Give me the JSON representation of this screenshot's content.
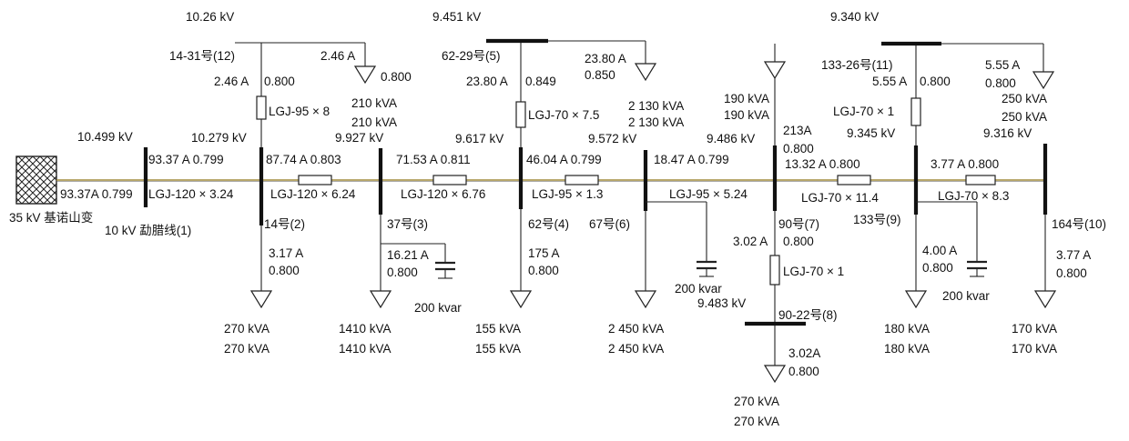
{
  "source": {
    "line1": "35 kV 基诺山变",
    "line2": "10 kV 勐腊线(1)"
  },
  "source_bus_voltage": "10.499 kV",
  "trunk": [
    {
      "current": "93.37A 0.799",
      "name": "LGJ-120 × 3.24"
    },
    {
      "flow": "93.37 A 0.799",
      "name": ""
    }
  ],
  "nodes": {
    "n2": {
      "voltage": "10.279 kV",
      "name": "14号(2)",
      "current": "3.17 A",
      "pf": "0.800",
      "load1": "270 kVA",
      "load2": "270 kVA"
    },
    "n3": {
      "voltage": "9.927 kV",
      "name": "37号(3)",
      "current": "16.21 A",
      "pf": "0.800",
      "load1": "1410 kVA",
      "load2": "1410 kVA",
      "cap": "200 kvar"
    },
    "n4": {
      "voltage": "9.617 kV",
      "name": "62号(4)",
      "current": "175 A",
      "pf": "0.800",
      "load1": "155 kVA",
      "load2": "155 kVA"
    },
    "n6": {
      "voltage": "9.572 kV",
      "name": "67号(6)",
      "load1": "2 450 kVA",
      "load2": "2 450 kVA",
      "cap": "200 kvar"
    },
    "n7": {
      "voltage": "9.486 kV",
      "name": "90号(7)",
      "in_kva1": "190 kVA",
      "in_kva2": "190 kVA",
      "in_current": "213A",
      "in_pf": "0.800"
    },
    "n8": {
      "voltage": "9.483 kV",
      "name": "90-22号(8)",
      "flow_current": "3.02 A",
      "flow_pf": "0.800",
      "line": "LGJ-70 × 1",
      "current": "3.02A",
      "pf": "0.800",
      "load1": "270 kVA",
      "load2": "270 kVA"
    },
    "n9": {
      "voltage": "9.345 kV",
      "name": "133号(9)",
      "current": "4.00 A",
      "pf": "0.800",
      "load1": "180 kVA",
      "load2": "180 kVA",
      "cap": "200 kvar"
    },
    "n10": {
      "voltage": "9.316 kV",
      "name": "164号(10)",
      "current": "3.77 A",
      "pf": "0.800",
      "load1": "170 kVA",
      "load2": "170 kVA"
    },
    "n11": {
      "voltage": "9.340 kV",
      "name": "133-26号(11)",
      "flow_current": "5.55 A",
      "flow_pf": "0.800",
      "line": "LGJ-70 × 1",
      "current": "5.55 A",
      "pf": "0.800",
      "load1": "250 kVA",
      "load2": "250 kVA"
    },
    "n12": {
      "voltage": "10.26 kV",
      "name": "14-31号(12)",
      "flow_current": "2.46 A",
      "flow_pf": "0.800",
      "line": "LGJ-95 × 8",
      "current": "2.46 A",
      "pf": "0.800",
      "load1": "210 kVA",
      "load2": "210 kVA"
    },
    "n5": {
      "voltage": "9.451 kV",
      "name": "62-29号(5)",
      "flow_current": "23.80 A",
      "flow_pf": "0.849",
      "line": "LGJ-70 × 7.5",
      "current": "23.80 A",
      "pf": "0.850",
      "load1": "2 130 kVA",
      "load2": "2 130 kVA"
    }
  },
  "segments": {
    "s2_3": {
      "flow": "87.74 A 0.803",
      "name": "LGJ-120 × 6.24"
    },
    "s3_4": {
      "flow": "71.53 A 0.811",
      "name": "LGJ-120 × 6.76"
    },
    "s4_6": {
      "flow": "46.04 A 0.799",
      "name": "LGJ-95 × 1.3"
    },
    "s6_7": {
      "flow": "18.47 A 0.799",
      "name": "LGJ-95 × 5.24"
    },
    "s7_9": {
      "flow": "13.32 A 0.800",
      "name": "LGJ-70 × 11.4"
    },
    "s9_10": {
      "flow": "3.77 A 0.800",
      "name": "LGJ-70 × 8.3"
    }
  },
  "colors": {
    "line": "#222222",
    "bus": "#111111",
    "trunk": "#a08a3a"
  }
}
